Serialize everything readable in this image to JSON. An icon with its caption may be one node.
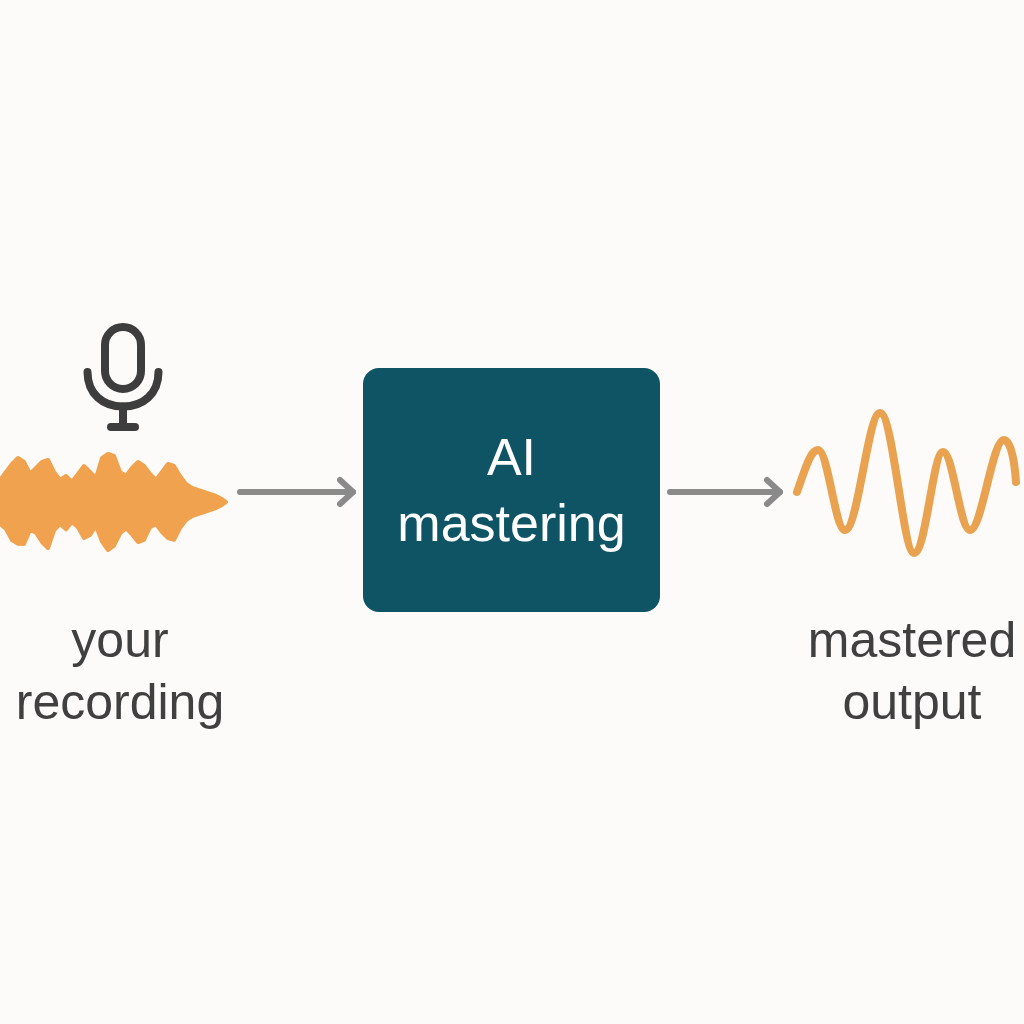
{
  "diagram": {
    "nodes": [
      {
        "text": [],
        "shape": "picture",
        "beside": [
          "your recording"
        ]
      },
      {
        "text": [
          "AI mastering"
        ]
      },
      {
        "text": [],
        "shape": "picture",
        "beside": [
          "mastered output"
        ]
      }
    ],
    "edges": [
      {
        "from": 0,
        "to": 1,
        "arrow": "to"
      },
      {
        "from": 1,
        "to": 2,
        "arrow": "to"
      }
    ]
  }
}
